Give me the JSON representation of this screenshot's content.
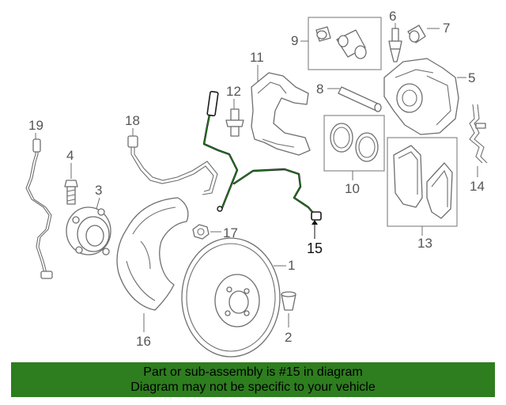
{
  "diagram": {
    "callouts": [
      "1",
      "2",
      "3",
      "4",
      "5",
      "6",
      "7",
      "8",
      "9",
      "10",
      "11",
      "12",
      "13",
      "14",
      "15",
      "16",
      "17",
      "18",
      "19"
    ],
    "highlighted_part": "15",
    "highlight_color": "#1f8a1f"
  },
  "banner": {
    "line1": "Part or sub-assembly is #15 in diagram",
    "line2": "Diagram may not be specific to your vehicle",
    "background": "#2e7d1f"
  }
}
